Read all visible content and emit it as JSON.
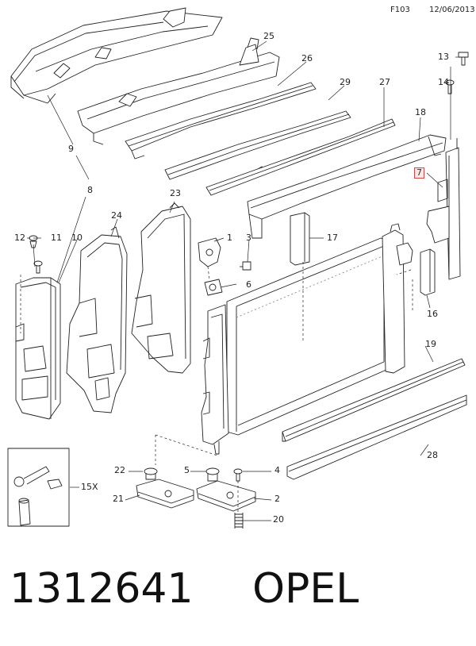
{
  "header": {
    "code": "F103",
    "date": "12/06/2013"
  },
  "callouts": [
    {
      "id": "c25",
      "label": "25"
    },
    {
      "id": "c26",
      "label": "26"
    },
    {
      "id": "c29",
      "label": "29"
    },
    {
      "id": "c27",
      "label": "27"
    },
    {
      "id": "c18",
      "label": "18"
    },
    {
      "id": "c13",
      "label": "13"
    },
    {
      "id": "c14",
      "label": "14"
    },
    {
      "id": "c9",
      "label": "9"
    },
    {
      "id": "c8",
      "label": "8"
    },
    {
      "id": "c7",
      "label": "7",
      "highlighted": true
    },
    {
      "id": "c23",
      "label": "23"
    },
    {
      "id": "c24",
      "label": "24"
    },
    {
      "id": "c12",
      "label": "12"
    },
    {
      "id": "c11",
      "label": "11"
    },
    {
      "id": "c10",
      "label": "10"
    },
    {
      "id": "c1",
      "label": "1"
    },
    {
      "id": "c3",
      "label": "3"
    },
    {
      "id": "c17",
      "label": "17"
    },
    {
      "id": "c6",
      "label": "6"
    },
    {
      "id": "c16",
      "label": "16"
    },
    {
      "id": "c19",
      "label": "19"
    },
    {
      "id": "c28",
      "label": "28"
    },
    {
      "id": "c22",
      "label": "22"
    },
    {
      "id": "c5",
      "label": "5"
    },
    {
      "id": "c4",
      "label": "4"
    },
    {
      "id": "c21",
      "label": "21"
    },
    {
      "id": "c2",
      "label": "2"
    },
    {
      "id": "c20",
      "label": "20"
    },
    {
      "id": "c15x",
      "label": "15X"
    }
  ],
  "footer": {
    "part_number": "1312641",
    "brand": "OPEL"
  },
  "colors": {
    "line": "#222222",
    "fill": "#ffffff",
    "highlight_border": "#d04a4a",
    "highlight_fill": "#fbe6e6"
  }
}
